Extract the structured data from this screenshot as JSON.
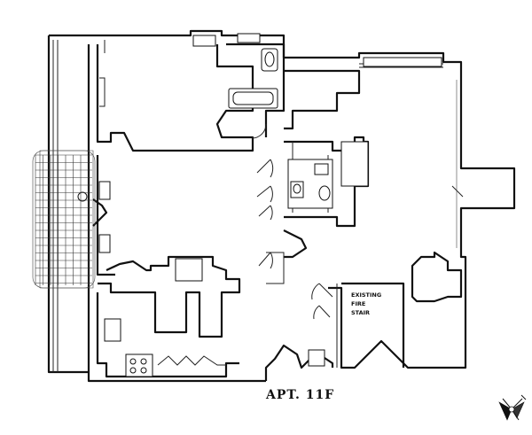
{
  "plan": {
    "title": "APT. 11F",
    "stair_label": [
      "EXISTING",
      "FIRE",
      "STAIR"
    ]
  },
  "icons": {
    "compass": "north-arrow-compass-icon"
  }
}
